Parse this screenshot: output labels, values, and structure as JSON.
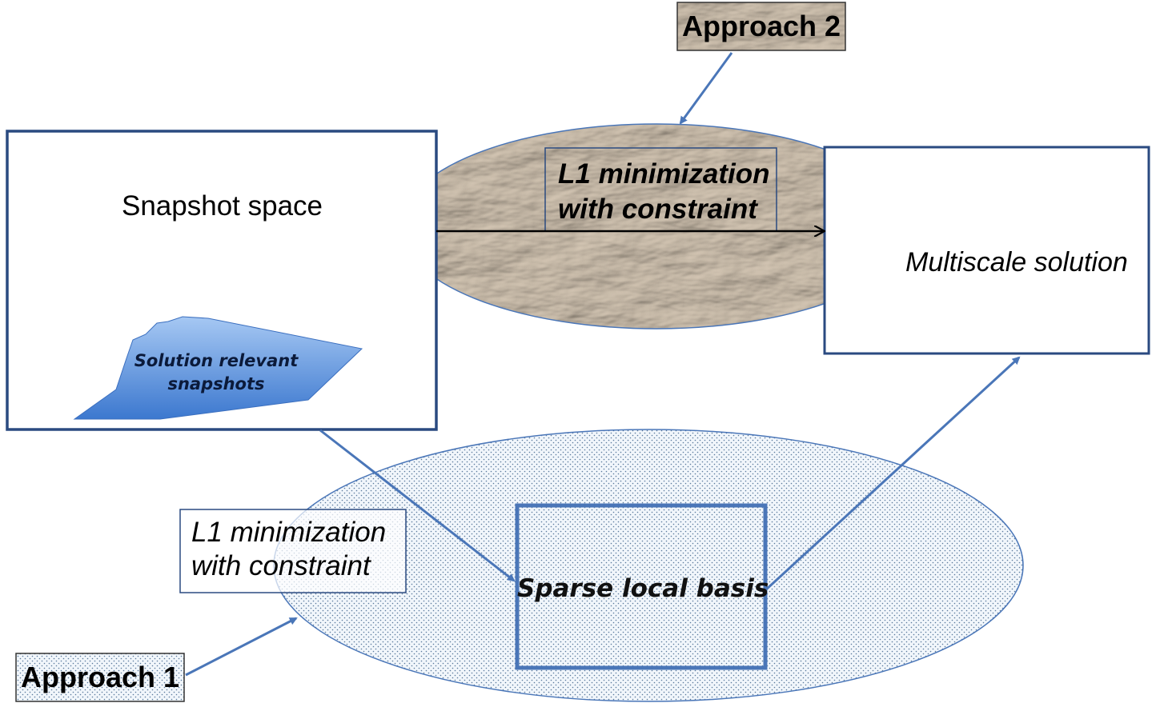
{
  "diagram": {
    "snapshot_space": "Snapshot space",
    "solution_relevant": [
      "Solution relevant",
      "snapshots"
    ],
    "multiscale_solution": "Multiscale solution",
    "top_method": [
      "L1 minimization",
      "with constraint"
    ],
    "bottom_method": [
      "L1 minimization",
      "with constraint"
    ],
    "sparse_local_basis": "Sparse local basis",
    "approach_2": "Approach 2",
    "approach_1": "Approach 1"
  },
  "colors": {
    "box_border": "#2a4a80",
    "arrow": "#4a76b8",
    "blob_fill": "#4a86d8",
    "paper_texture": "#c7b7a2",
    "dot_fill": "#e2eef8"
  }
}
